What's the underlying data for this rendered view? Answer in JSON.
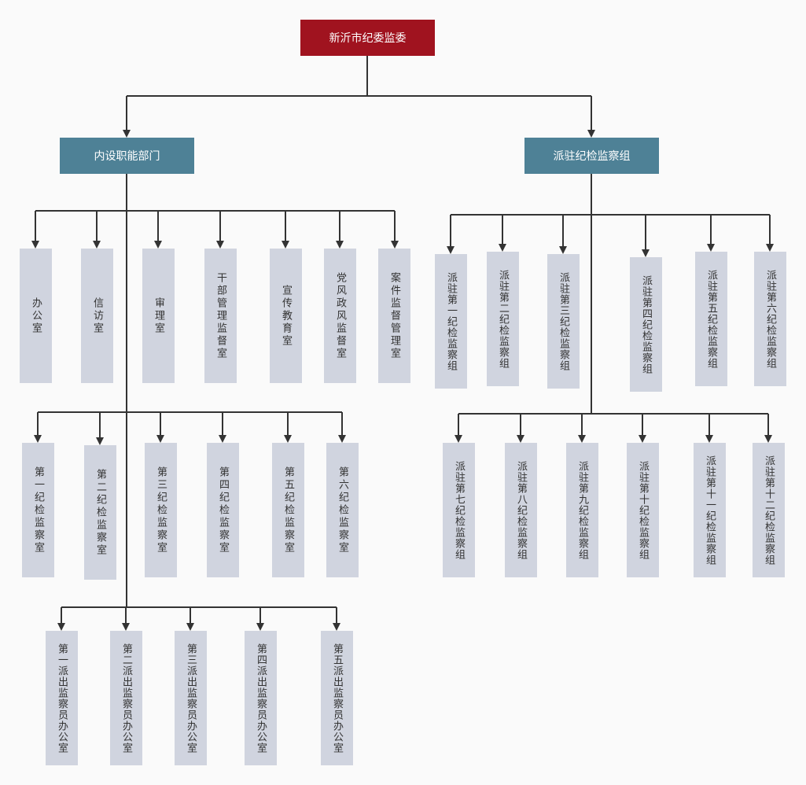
{
  "colors": {
    "root": "#a0131f",
    "category": "#4e8196",
    "leaf": "#d0d4df",
    "line": "#333333"
  },
  "root": {
    "label": "新沂市纪委监委"
  },
  "internal": {
    "label": "内设职能部门",
    "offices": [
      "办公室",
      "信访室",
      "审理室",
      "干部管理监督室",
      "宣传教育室",
      "党风政风监督室",
      "案件监督管理室"
    ],
    "review_rooms": [
      "第一纪检监察室",
      "第二纪检监察室",
      "第三纪检监察室",
      "第四纪检监察室",
      "第五纪检监察室",
      "第六纪检监察室"
    ],
    "dispatch_offices": [
      "第一派出监察员办公室",
      "第二派出监察员办公室",
      "第三派出监察员办公室",
      "第四派出监察员办公室",
      "第五派出监察员办公室"
    ]
  },
  "stationed": {
    "label": "派驻纪检监察组",
    "groups_row1": [
      "派驻第一纪检监察组",
      "派驻第二纪检监察组",
      "派驻第三纪检监察组",
      "派驻第四纪检监察组",
      "派驻第五纪检监察组",
      "派驻第六纪检监察组"
    ],
    "groups_row2": [
      "派驻第七纪检监察组",
      "派驻第八纪检监察组",
      "派驻第九纪检监察组",
      "派驻第十纪检监察组",
      "派驻第十一纪检监察组",
      "派驻第十二纪检监察组"
    ]
  }
}
